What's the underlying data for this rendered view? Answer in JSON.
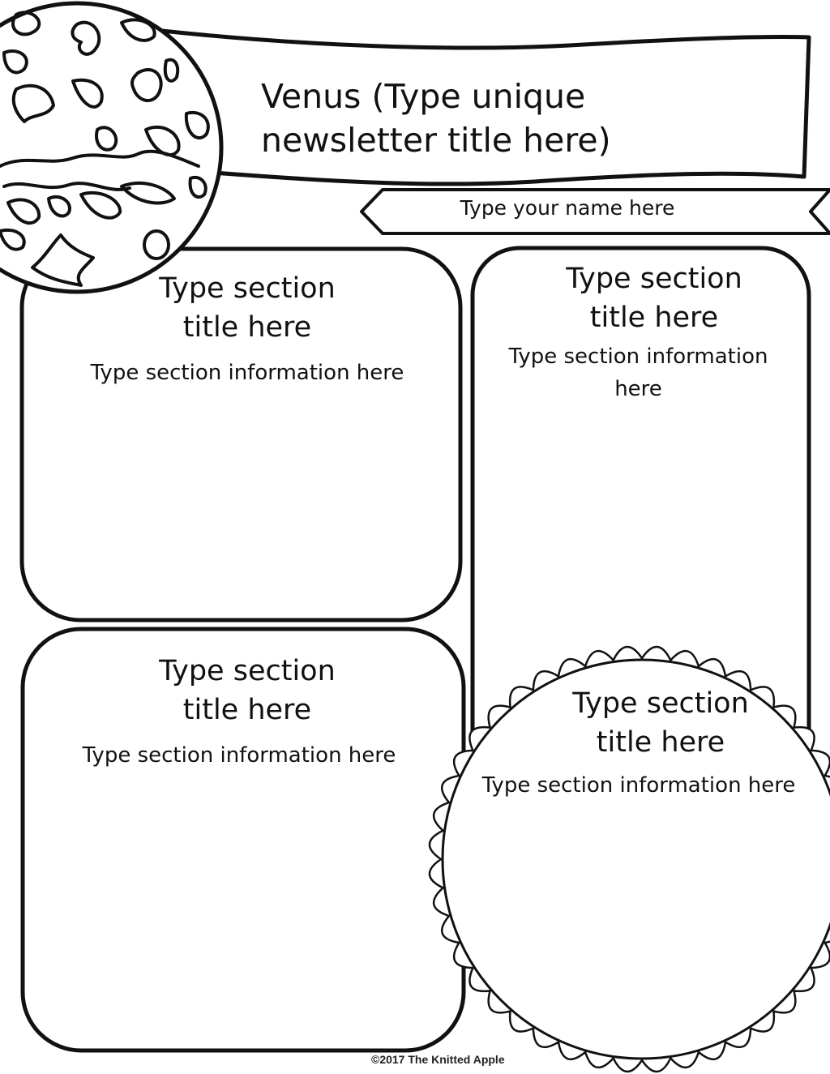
{
  "header": {
    "title": "Venus (Type unique newsletter title here)",
    "author_placeholder": "Type your name here"
  },
  "sections": [
    {
      "title_line1": "Type section",
      "title_line2": "title here",
      "info": "Type section information here"
    },
    {
      "title_line1": "Type section",
      "title_line2": "title here",
      "info_line1": "Type section information",
      "info_line2": "here"
    },
    {
      "title_line1": "Type section",
      "title_line2": "title here",
      "info": "Type section information here"
    },
    {
      "title_line1": "Type section",
      "title_line2": "title here",
      "info": "Type section information here"
    }
  ],
  "footer": {
    "copyright": "©2017 The Knitted Apple"
  },
  "icons": [
    "venus-planet-icon",
    "sun-icon"
  ]
}
